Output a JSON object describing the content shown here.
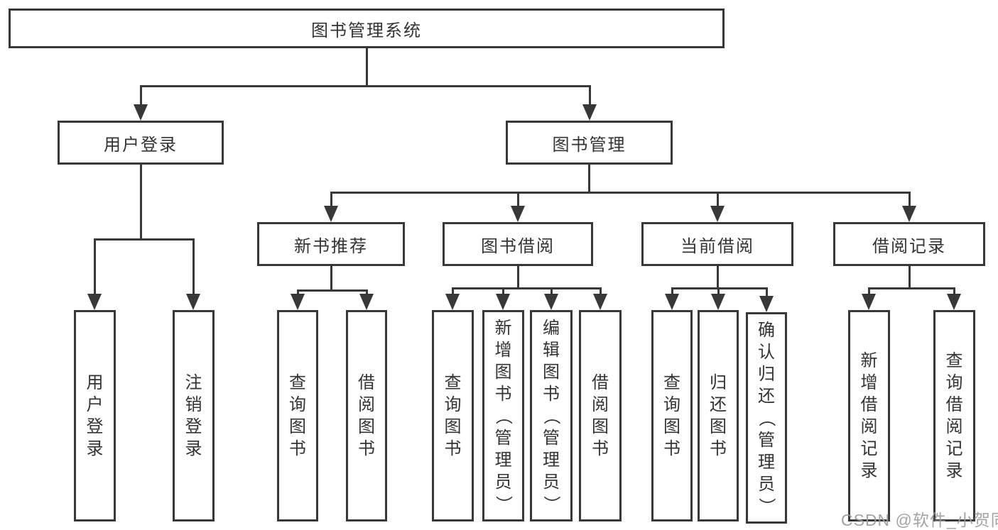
{
  "colors": {
    "line": "#383838",
    "text": "#333333",
    "watermark": "#9c9c9c",
    "bg": "#ffffff"
  },
  "tree": {
    "root": {
      "label": "图书管理系统"
    },
    "user_login": {
      "label": "用户登录",
      "children": [
        {
          "label": "用户登录"
        },
        {
          "label": "注销登录"
        }
      ]
    },
    "book_management": {
      "label": "图书管理",
      "groups": [
        {
          "label": "新书推荐",
          "children": [
            {
              "label": "查询图书"
            },
            {
              "label": "借阅图书"
            }
          ]
        },
        {
          "label": "图书借阅",
          "children": [
            {
              "label": "查询图书"
            },
            {
              "label": "新增图书（管理员）"
            },
            {
              "label": "编辑图书（管理员）"
            },
            {
              "label": "借阅图书"
            }
          ]
        },
        {
          "label": "当前借阅",
          "children": [
            {
              "label": "查询图书"
            },
            {
              "label": "归还图书"
            },
            {
              "label": "确认归还（管理员）"
            }
          ]
        },
        {
          "label": "借阅记录",
          "children": [
            {
              "label": "新增借阅记录"
            },
            {
              "label": "查询借阅记录"
            }
          ]
        }
      ]
    }
  },
  "watermark": "CSDN @软件_小贺同学"
}
